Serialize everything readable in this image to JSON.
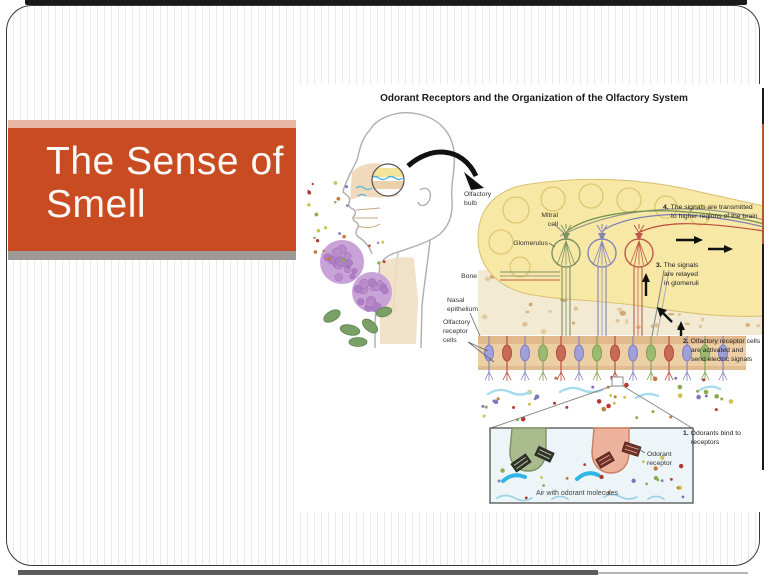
{
  "slide": {
    "title_lines": [
      "The Sense of",
      "Smell"
    ],
    "accent_orange": "#C84B22",
    "accent_pink": "#E9B7A6",
    "accent_gray": "#9E9896"
  },
  "figure": {
    "title": "Odorant Receptors and the Organization of the Olfactory System",
    "labels": {
      "olfactory_bulb": [
        "Olfactory",
        "bulb"
      ],
      "mitral_cell": [
        "Mitral",
        "cell"
      ],
      "glomerulus": "Glomerulus",
      "bone": "Bone",
      "nasal_epithelium": [
        "Nasal",
        "epithelium"
      ],
      "olfactory_receptor_cells": [
        "Olfactory",
        "receptor",
        "cells"
      ],
      "odorant_receptor": [
        "Odorant",
        "receptor"
      ],
      "air": "Air with odorant molecules"
    },
    "steps": [
      {
        "num": "1.",
        "lines": [
          "Odorants bind to",
          "receptors"
        ]
      },
      {
        "num": "2.",
        "lines": [
          "Olfactory receptor cells",
          "are activated and",
          "send electric signals"
        ]
      },
      {
        "num": "3.",
        "lines": [
          "The signals",
          "are relayed",
          "in glomeruli"
        ]
      },
      {
        "num": "4.",
        "lines": [
          "The signals are transmitted",
          "to higher regions of the brain"
        ]
      }
    ],
    "palette": {
      "bulb_yellow": "#F7E8A6",
      "epithelium_tan": "#ECCFA4",
      "bone_cream": "#F2EAD2",
      "inset_blue": "#EDF5F8",
      "cell_blue": "#8080C0",
      "cell_red": "#B5483A",
      "cell_green": "#7FA050"
    }
  }
}
